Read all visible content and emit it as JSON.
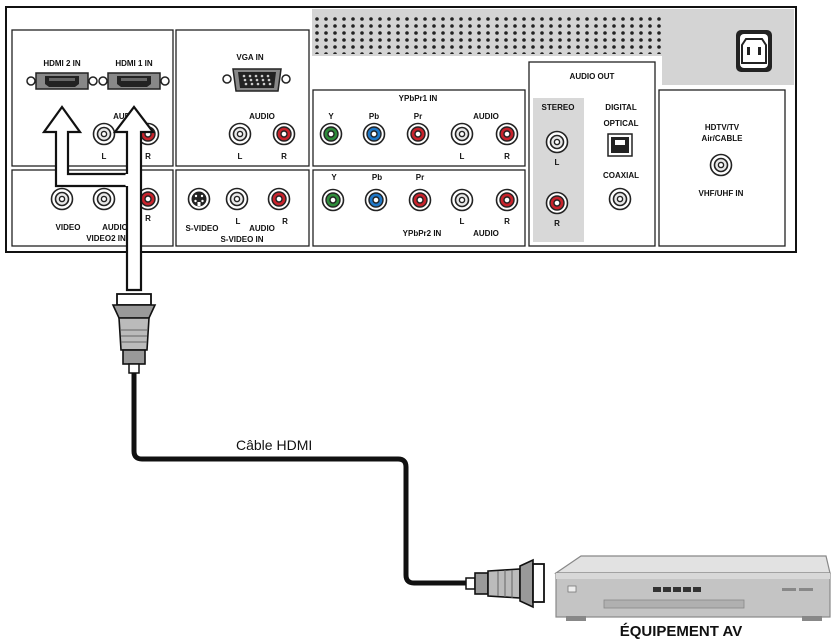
{
  "panel": {
    "hdmi2_label": "HDMI 2 IN",
    "hdmi1_label": "HDMI 1 IN",
    "audio_top_left": "AUDIO",
    "video_label": "VIDEO",
    "audio_video2": "AUDIO",
    "video2_in_label": "VIDEO2 IN",
    "vga_label": "VGA IN",
    "vga_audio": "AUDIO",
    "svideo_label": "S-VIDEO",
    "svideo_audio": "AUDIO",
    "svideo_in_label": "S-VIDEO IN",
    "ypbpr1_label": "YPbPr1 IN",
    "ypbpr2_label": "YPbPr2 IN",
    "ypbpr1_audio": "AUDIO",
    "ypbpr2_audio": "AUDIO",
    "y": "Y",
    "pb": "Pb",
    "pr": "Pr",
    "l": "L",
    "r": "R",
    "audio_out_label": "AUDIO OUT",
    "stereo_label": "STEREO",
    "digital_label": "DIGITAL",
    "optical_label": "OPTICAL",
    "coaxial_label": "COAXIAL",
    "hdtv_line1": "HDTV/TV",
    "hdtv_line2": "Air/CABLE",
    "vhf_label": "VHF/UHF IN"
  },
  "cable_label": "Câble HDMI",
  "device_label": "ÉQUIPEMENT AV",
  "colors": {
    "green": "#2e8b3a",
    "blue": "#1f78c8",
    "red": "#c8232c",
    "panel_grey": "#d4d4d4",
    "stereo_grey": "#d8d8d8"
  }
}
